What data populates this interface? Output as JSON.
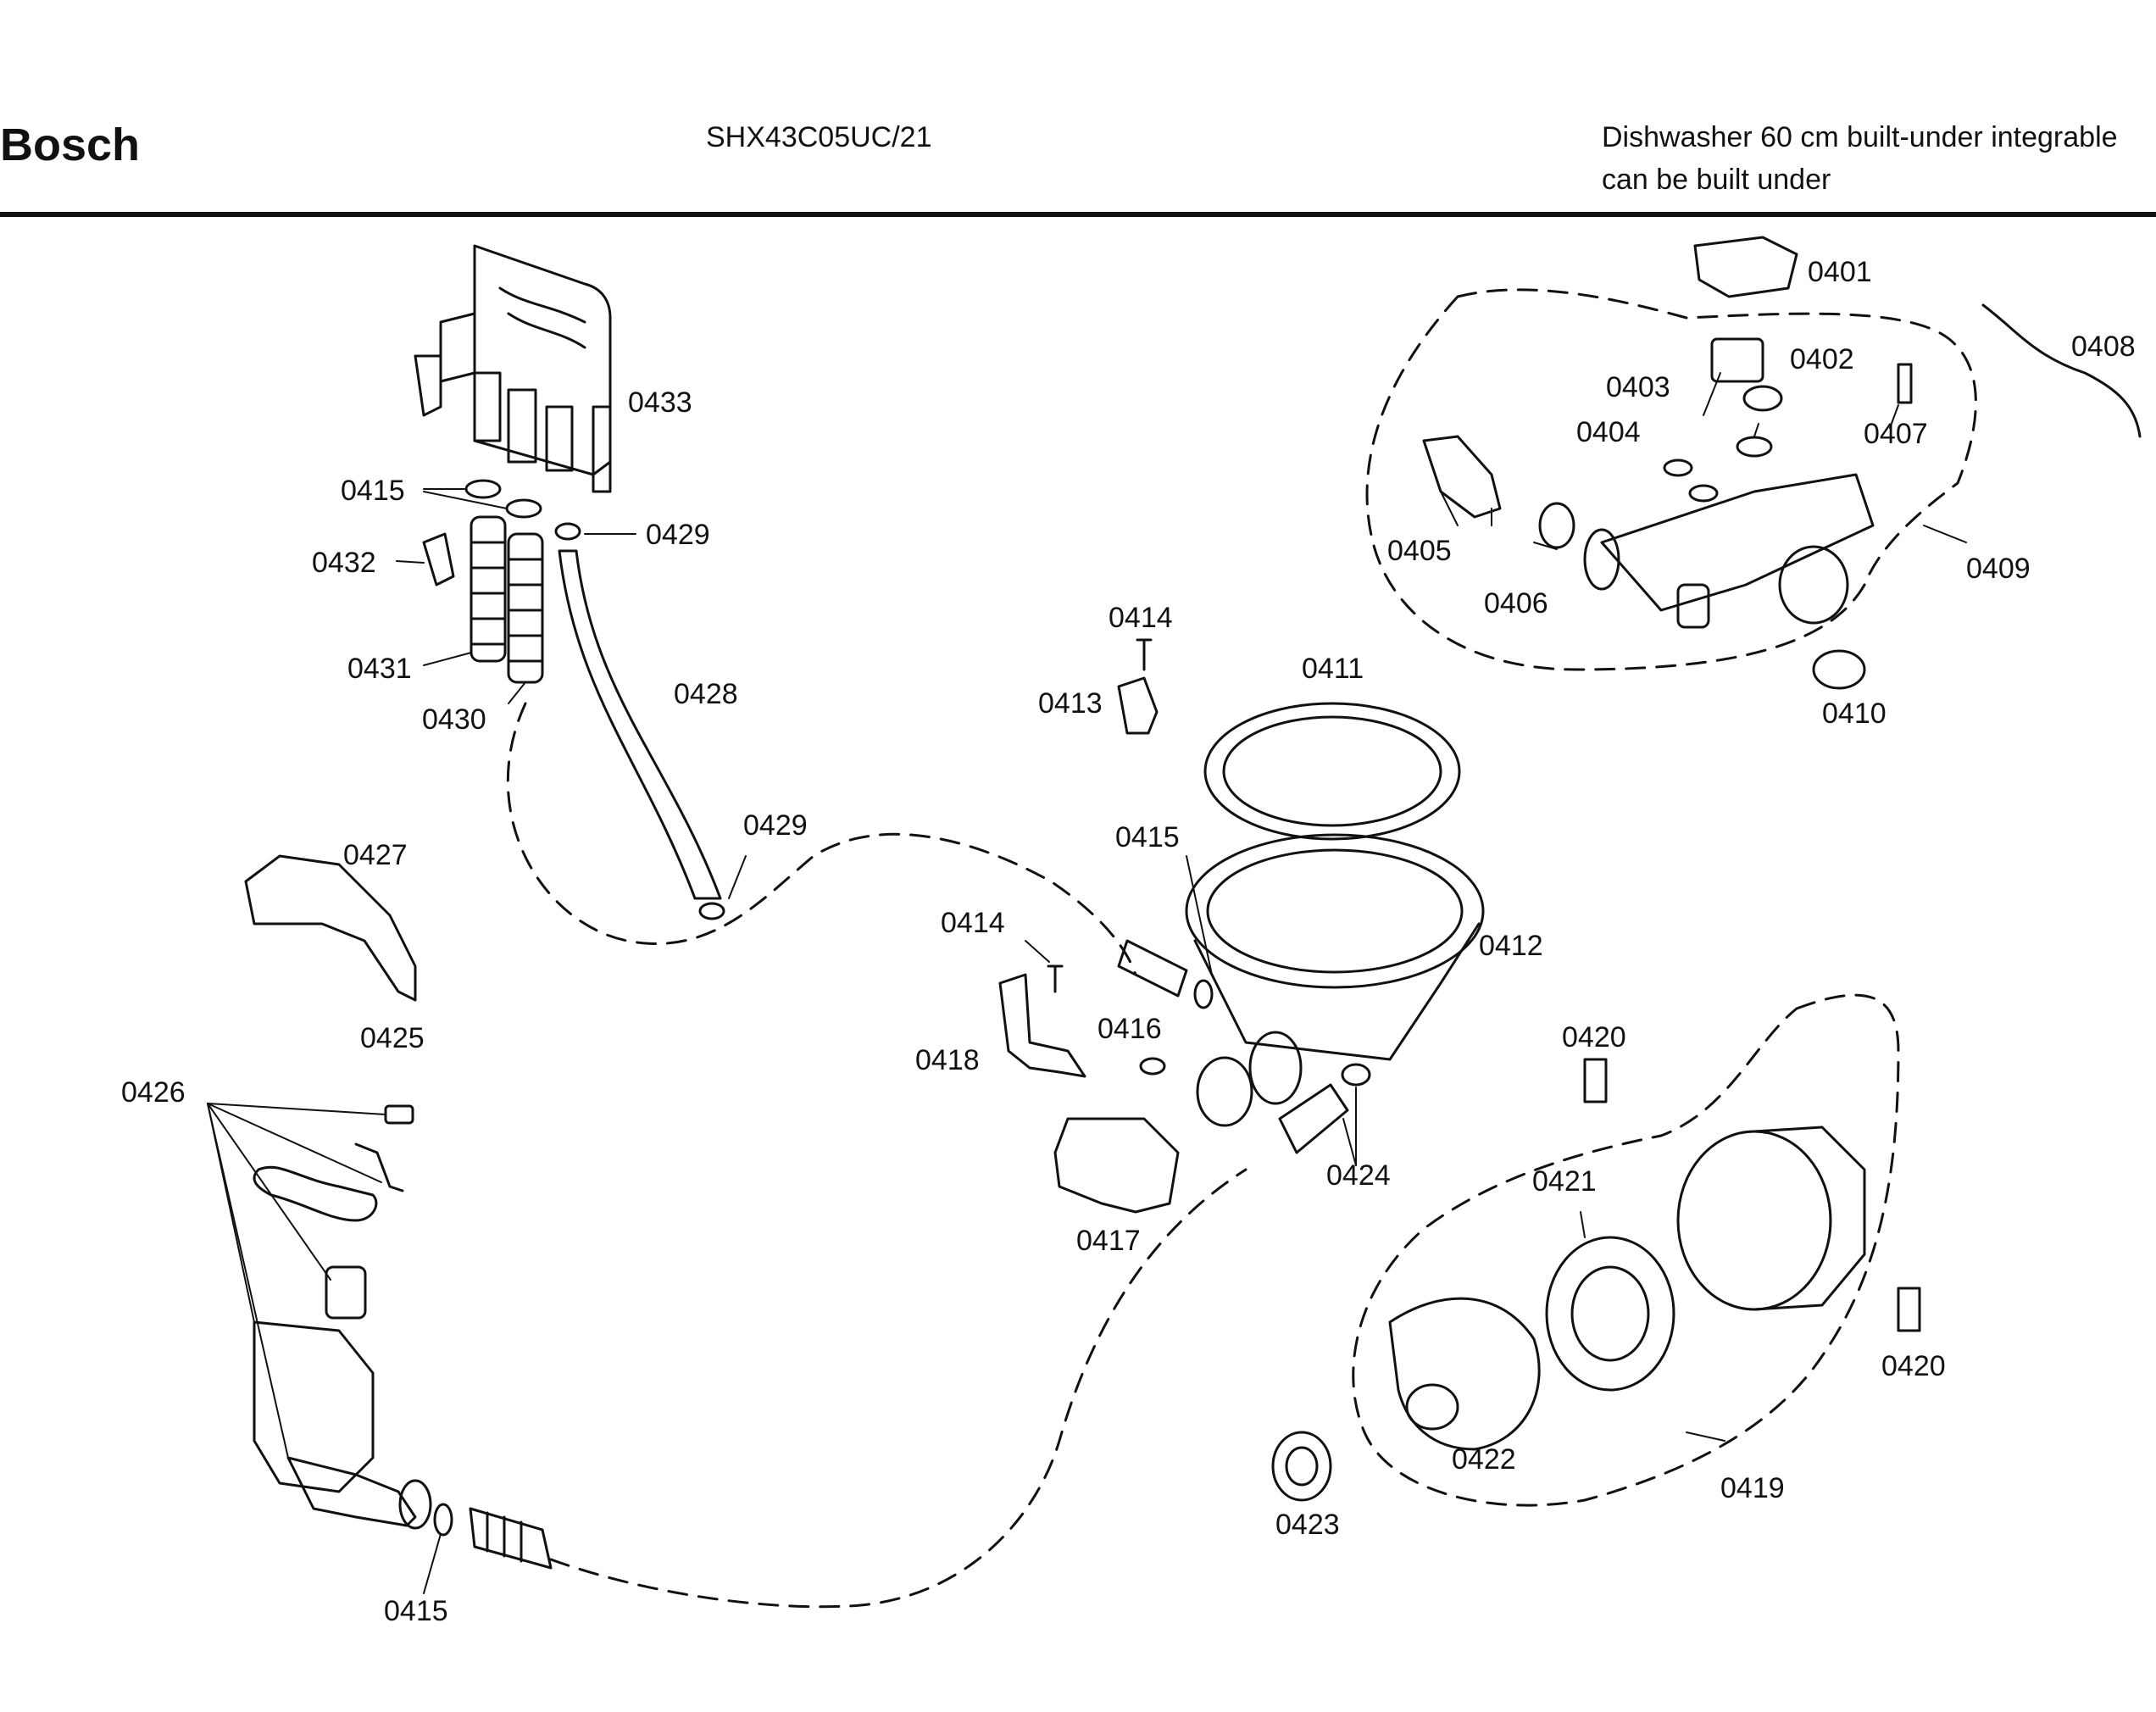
{
  "header": {
    "brand": "Bosch",
    "model": "SHX43C05UC/21",
    "description_line1": "Dishwasher 60 cm built-under integrable",
    "description_line2": "can be built under"
  },
  "callouts": {
    "c0401": "0401",
    "c0402": "0402",
    "c0403": "0403",
    "c0404": "0404",
    "c0405": "0405",
    "c0406": "0406",
    "c0407": "0407",
    "c0408": "0408",
    "c0409": "0409",
    "c0410": "0410",
    "c0411": "0411",
    "c0412": "0412",
    "c0413": "0413",
    "c0414a": "0414",
    "c0414b": "0414",
    "c0415a": "0415",
    "c0415b": "0415",
    "c0415c": "0415",
    "c0416": "0416",
    "c0417": "0417",
    "c0418": "0418",
    "c0419": "0419",
    "c0420a": "0420",
    "c0420b": "0420",
    "c0421": "0421",
    "c0422": "0422",
    "c0423": "0423",
    "c0424": "0424",
    "c0425": "0425",
    "c0426": "0426",
    "c0427": "0427",
    "c0428": "0428",
    "c0429a": "0429",
    "c0429b": "0429",
    "c0430": "0430",
    "c0431": "0431",
    "c0432": "0432",
    "c0433": "0433"
  }
}
